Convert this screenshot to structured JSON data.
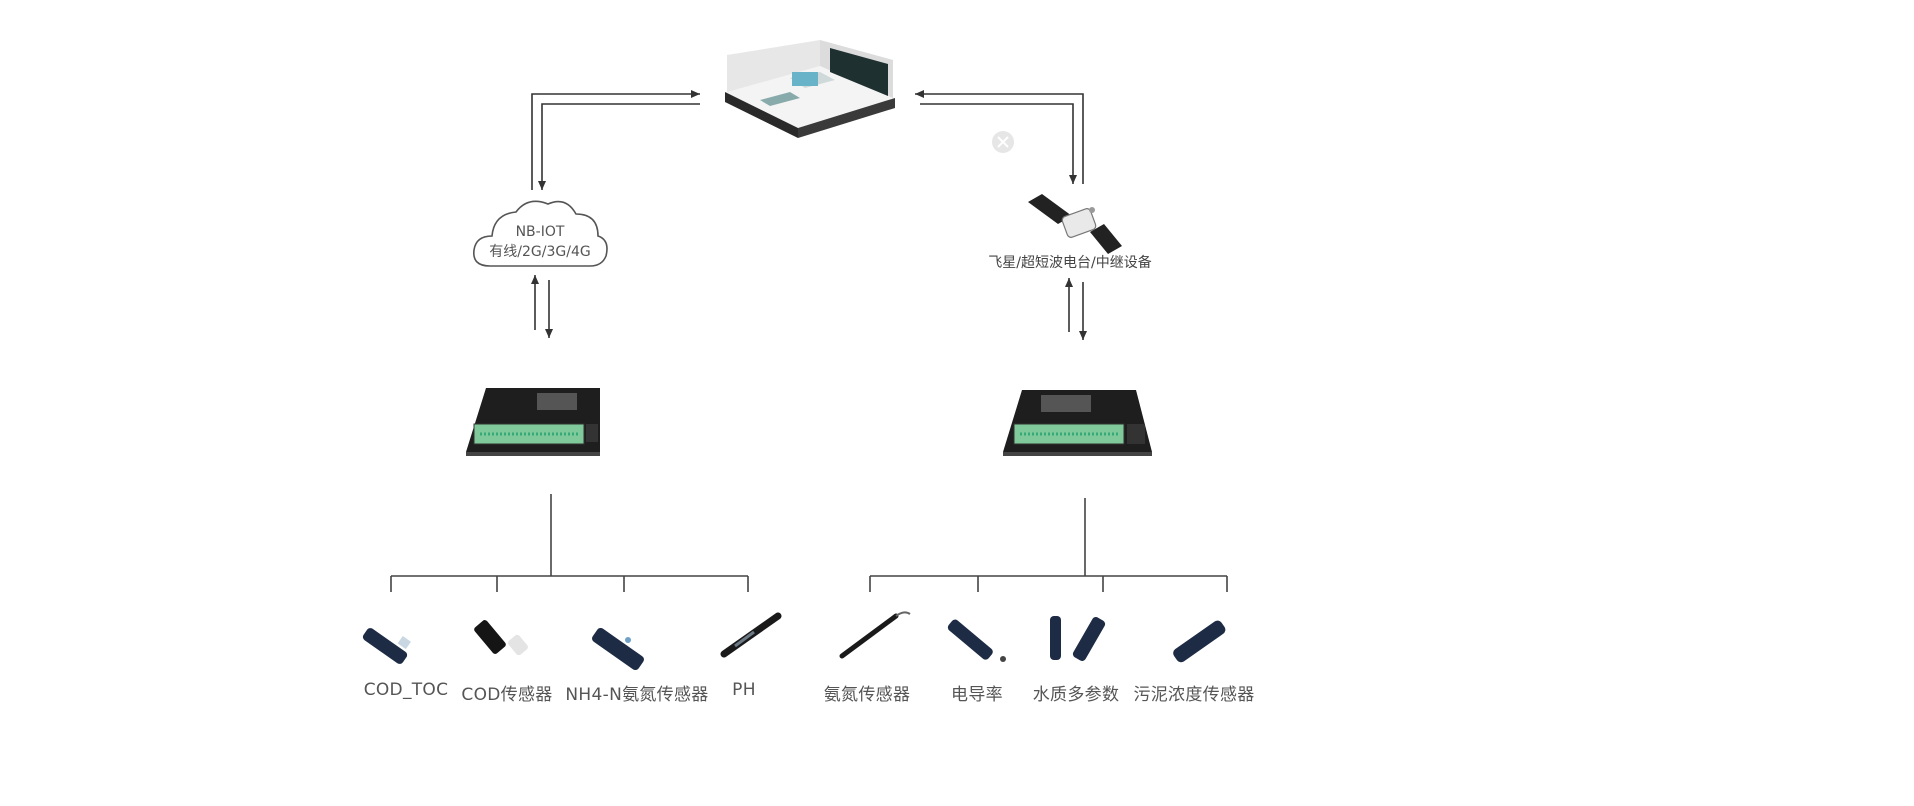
{
  "nodes": {
    "cloud": {
      "line1": "NB-IOT",
      "line2": "有线/2G/3G/4G"
    },
    "satellite": {
      "label": "飞星/超短波电台/中继设备"
    }
  },
  "sensors_left": [
    {
      "label": "COD_TOC",
      "icon": "probe-sensor"
    },
    {
      "label": "COD传感器",
      "icon": "probe-sensor"
    },
    {
      "label": "NH4-N氨氮传感器",
      "icon": "probe-sensor"
    },
    {
      "label": "PH",
      "icon": "ph-electrode"
    }
  ],
  "sensors_right": [
    {
      "label": "氨氮传感器",
      "icon": "probe-sensor"
    },
    {
      "label": "电导率",
      "icon": "probe-sensor"
    },
    {
      "label": "水质多参数",
      "icon": "multi-probe"
    },
    {
      "label": "污泥浓度传感器",
      "icon": "probe-sensor"
    }
  ],
  "colors": {
    "line": "#333333",
    "device": "#1e1e1e",
    "board": "#7fc99a",
    "text": "#555555"
  }
}
